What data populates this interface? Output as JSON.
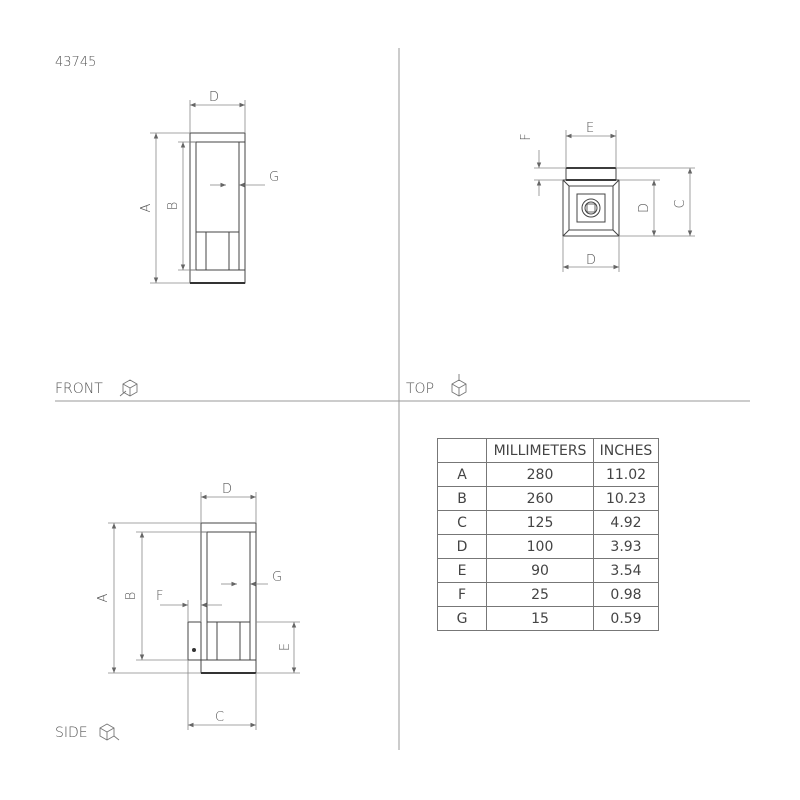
{
  "product_code": "43745",
  "views": {
    "front": {
      "label": "FRONT",
      "icon": "cube-front-icon"
    },
    "top": {
      "label": "TOP",
      "icon": "cube-top-icon"
    },
    "side": {
      "label": "SIDE",
      "icon": "cube-side-icon"
    }
  },
  "dimension_letters": {
    "front": {
      "width": "D",
      "height_outer": "A",
      "height_inner": "B",
      "gap": "G"
    },
    "top": {
      "width_top": "E",
      "offset": "F",
      "width_bottom": "D",
      "depth_inner": "D",
      "depth_outer": "C"
    },
    "side": {
      "width_top": "D",
      "gap": "G",
      "height_outer": "A",
      "height_inner": "B",
      "offset": "F",
      "mount": "E",
      "depth": "C"
    }
  },
  "table": {
    "headers": [
      "",
      "MILLIMETERS",
      "INCHES"
    ],
    "rows": [
      [
        "A",
        "280",
        "11.02"
      ],
      [
        "B",
        "260",
        "10.23"
      ],
      [
        "C",
        "125",
        "4.92"
      ],
      [
        "D",
        "100",
        "3.93"
      ],
      [
        "E",
        "90",
        "3.54"
      ],
      [
        "F",
        "25",
        "0.98"
      ],
      [
        "G",
        "15",
        "0.59"
      ]
    ]
  }
}
